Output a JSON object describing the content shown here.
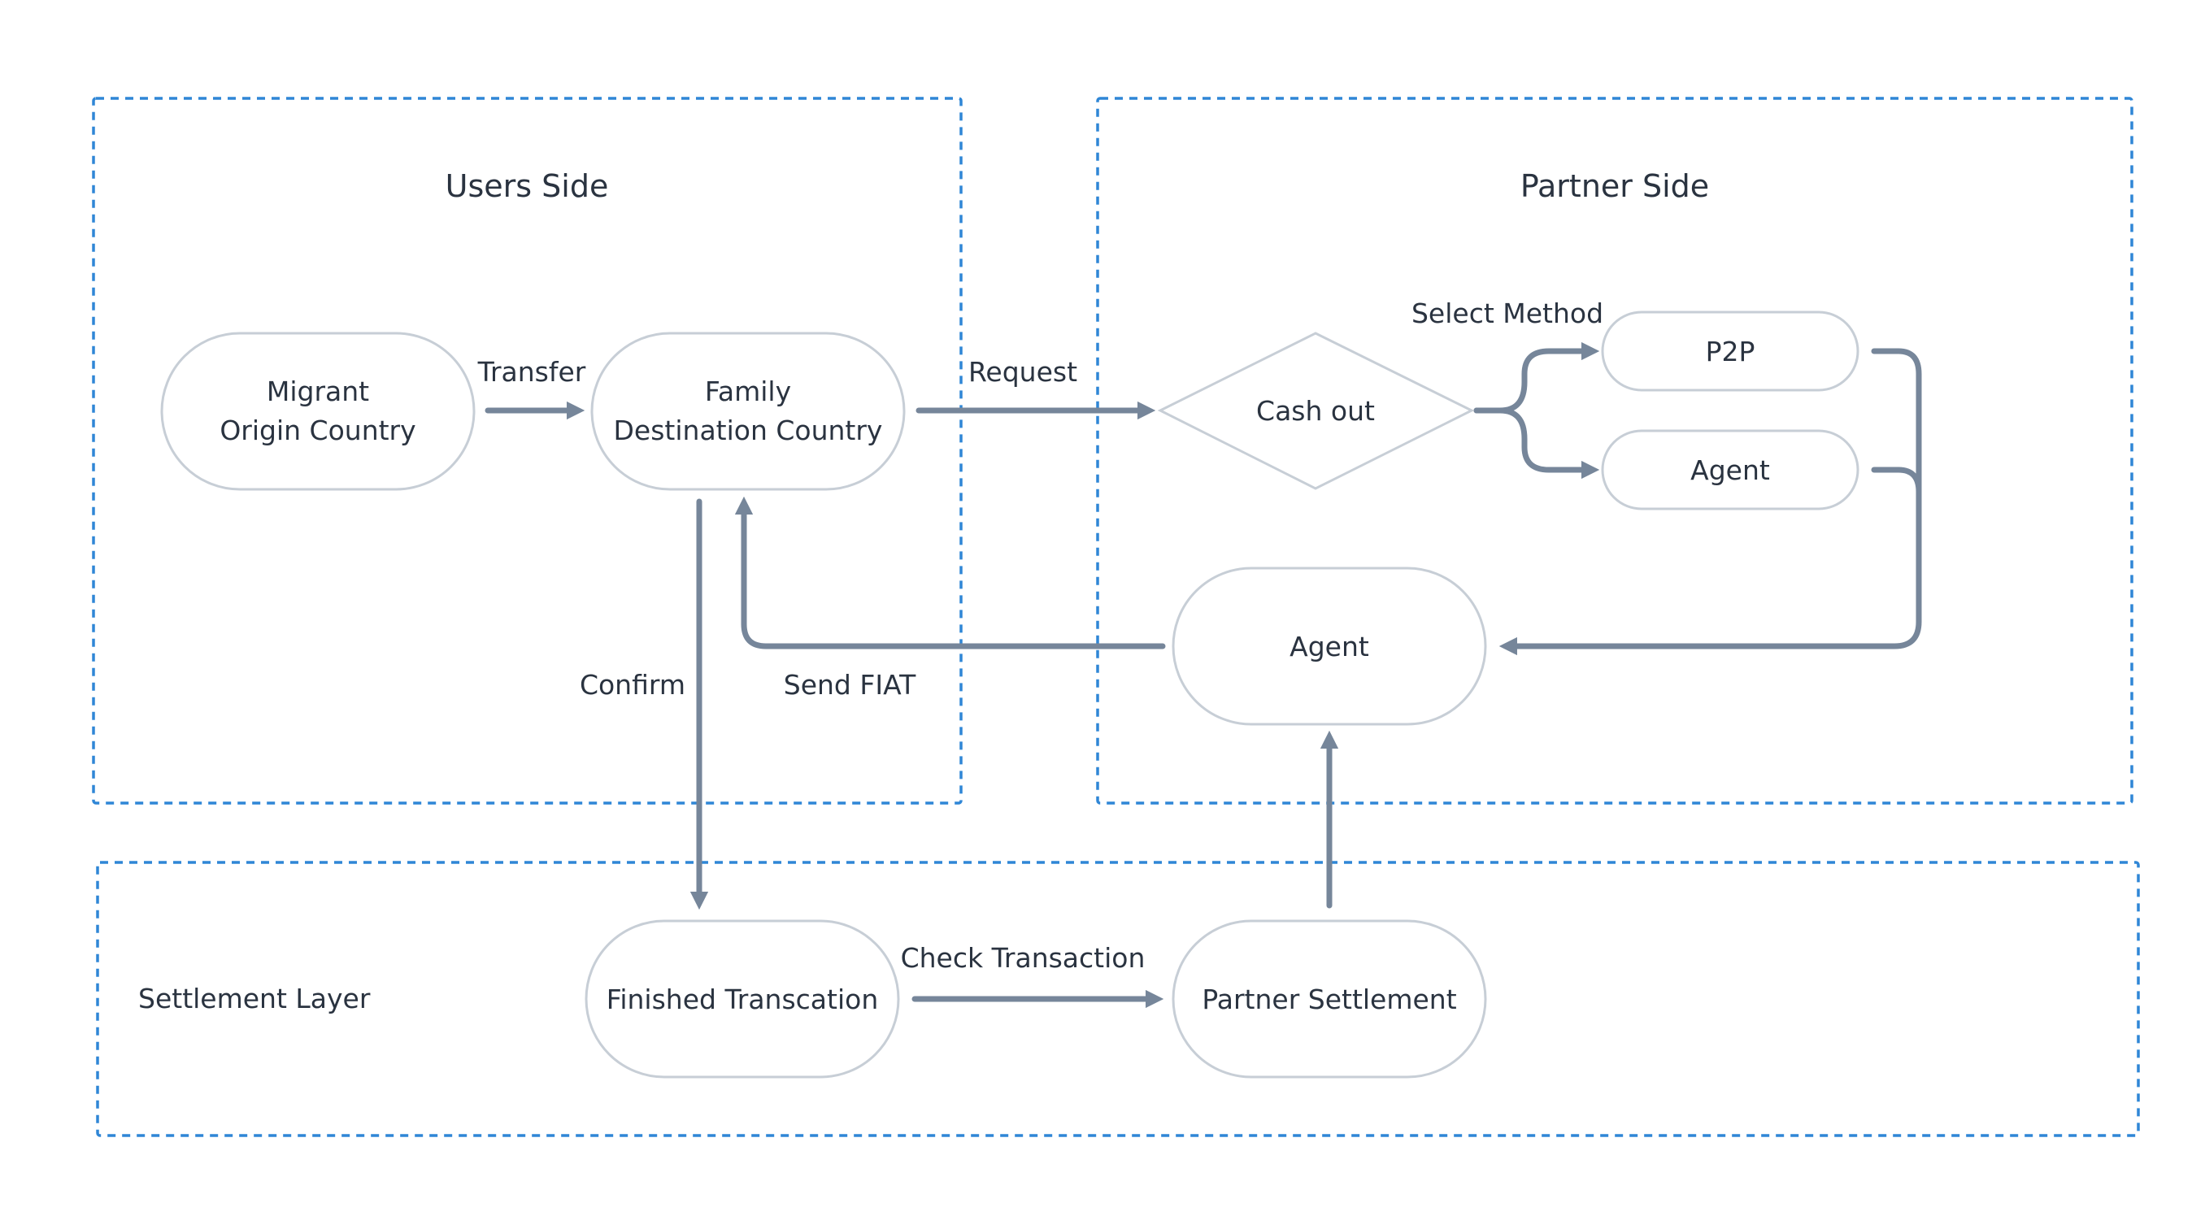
{
  "zones": {
    "users": {
      "title": "Users Side"
    },
    "partner": {
      "title": "Partner Side"
    },
    "settlement": {
      "title": "Settlement Layer"
    }
  },
  "nodes": {
    "migrant": {
      "line1": "Migrant",
      "line2": "Origin Country"
    },
    "family": {
      "line1": "Family",
      "line2": "Destination Country"
    },
    "cashout": {
      "label": "Cash out"
    },
    "p2p": {
      "label": "P2P"
    },
    "agent_option": {
      "label": "Agent"
    },
    "agent": {
      "label": "Agent"
    },
    "finished": {
      "label": "Finished Transcation"
    },
    "partner_settlement": {
      "label": "Partner Settlement"
    }
  },
  "edges": {
    "transfer": "Transfer",
    "request": "Request",
    "select_method": "Select Method",
    "confirm": "Confirm",
    "send_fiat": "Send FIAT",
    "check_transaction": "Check Transaction"
  },
  "colors": {
    "zone_border": "#2f86d6",
    "node_border": "#c7ced6",
    "arrow": "#76869a",
    "text": "#2a3340"
  }
}
